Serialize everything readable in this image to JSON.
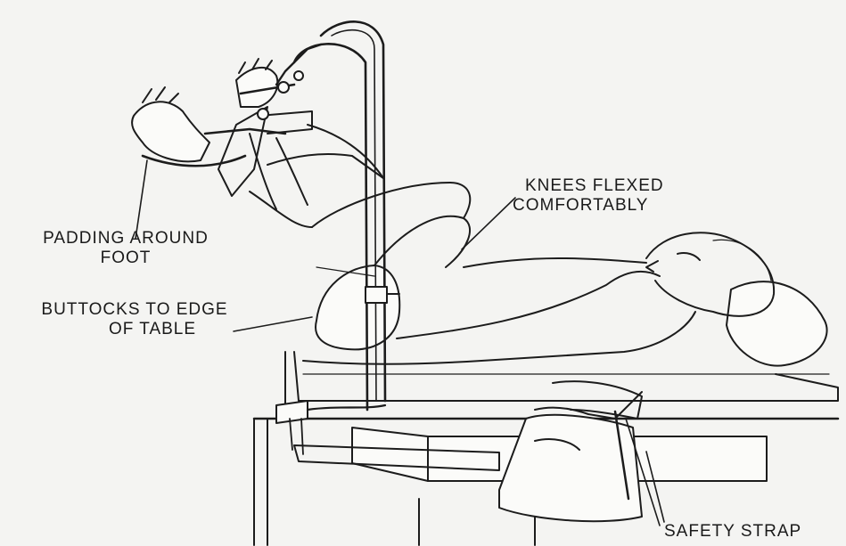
{
  "labels": {
    "padding": {
      "line1": "PADDING AROUND",
      "line2": "FOOT"
    },
    "knees": {
      "line1": "KNEES FLEXED",
      "line2": "COMFORTABLY"
    },
    "buttocks": {
      "line1": "BUTTOCKS TO EDGE",
      "line2": "OF TABLE"
    },
    "safety": {
      "line1": "SAFETY STRAP"
    }
  },
  "colors": {
    "line": "#1c1c1c",
    "paper": "#f4f4f2",
    "fill": "#fbfbf9"
  }
}
